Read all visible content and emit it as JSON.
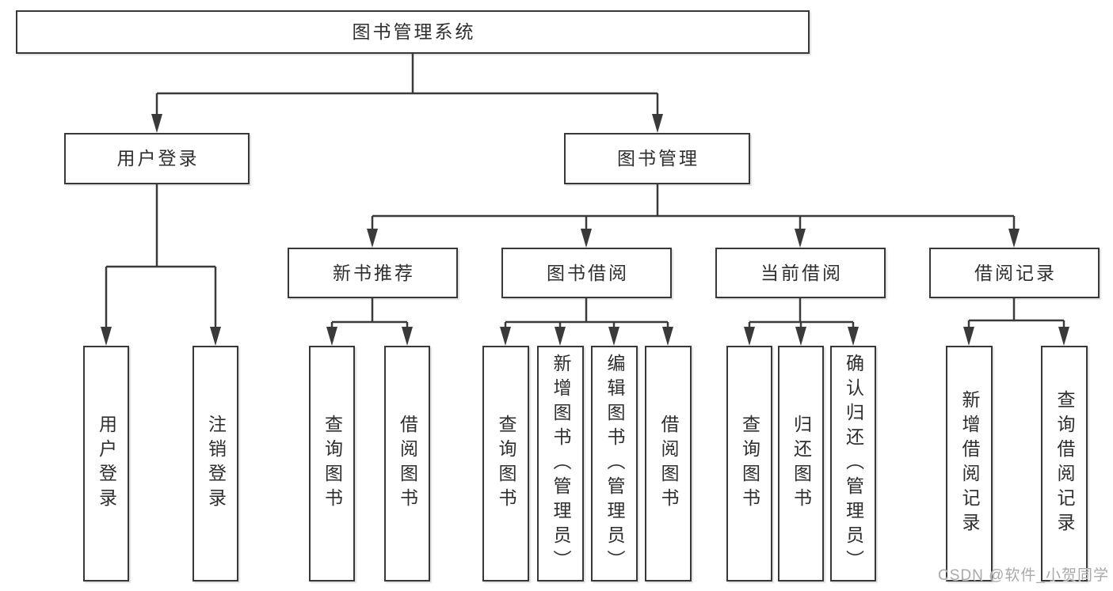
{
  "diagram": {
    "root": {
      "id": "library-system",
      "label": "图书管理系统"
    },
    "level2": [
      {
        "id": "user-login",
        "label": "用户登录",
        "parent": "library-system"
      },
      {
        "id": "book-management",
        "label": "图书管理",
        "parent": "library-system"
      }
    ],
    "level3": [
      {
        "id": "new-book-recommend",
        "label": "新书推荐",
        "parent": "book-management"
      },
      {
        "id": "book-borrow",
        "label": "图书借阅",
        "parent": "book-management"
      },
      {
        "id": "current-borrow",
        "label": "当前借阅",
        "parent": "book-management"
      },
      {
        "id": "borrow-records",
        "label": "借阅记录",
        "parent": "book-management"
      }
    ],
    "leaves": [
      {
        "id": "leaf-user-login",
        "label": "用户登录",
        "parent": "user-login"
      },
      {
        "id": "leaf-logout",
        "label": "注销登录",
        "parent": "user-login"
      },
      {
        "id": "leaf-query-books-recommend",
        "label": "查询图书",
        "parent": "new-book-recommend"
      },
      {
        "id": "leaf-borrow-books-recommend",
        "label": "借阅图书",
        "parent": "new-book-recommend"
      },
      {
        "id": "leaf-query-books-borrow",
        "label": "查询图书",
        "parent": "book-borrow"
      },
      {
        "id": "leaf-add-books-admin",
        "label": "新增图书（管理员）",
        "parent": "book-borrow"
      },
      {
        "id": "leaf-edit-books-admin",
        "label": "编辑图书（管理员）",
        "parent": "book-borrow"
      },
      {
        "id": "leaf-borrow-books",
        "label": "借阅图书",
        "parent": "book-borrow"
      },
      {
        "id": "leaf-query-books-current",
        "label": "查询图书",
        "parent": "current-borrow"
      },
      {
        "id": "leaf-return-books",
        "label": "归还图书",
        "parent": "current-borrow"
      },
      {
        "id": "leaf-confirm-return-admin",
        "label": "确认归还（管理员）",
        "parent": "current-borrow"
      },
      {
        "id": "leaf-add-borrow-record",
        "label": "新增借阅记录",
        "parent": "borrow-records"
      },
      {
        "id": "leaf-query-borrow-record",
        "label": "查询借阅记录",
        "parent": "borrow-records"
      }
    ],
    "watermark": "CSDN @软件_小贺同学",
    "colors": {
      "line": "#3a3a3a",
      "box_border": "#383838",
      "text": "#2e2e2e",
      "box_background": "#ffffff",
      "page_background": "#ffffff",
      "watermark": "#a9a9a9"
    }
  }
}
